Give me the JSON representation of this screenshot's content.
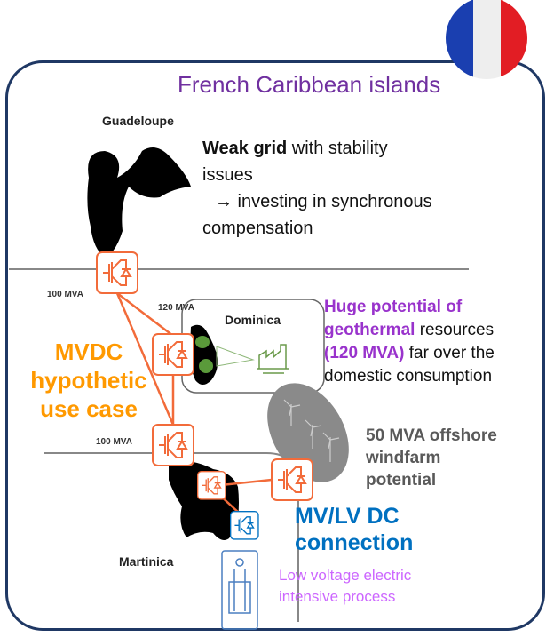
{
  "title": "French Caribbean islands",
  "labels": {
    "guadeloupe": "Guadeloupe",
    "dominica": "Dominica",
    "martinica": "Martinica",
    "mva_guadeloupe": "100 MVA",
    "mva_dominica": "120 MVA",
    "mva_martinica": "100 MVA"
  },
  "weak_grid": {
    "bold": "Weak grid",
    "line1_rest": " with stability",
    "line2": "issues",
    "line3": "→ investing in synchronous",
    "line4": "compensation"
  },
  "geothermal": {
    "line1": "Huge potential of",
    "line2_bold": "geothermal",
    "line2_rest": " resources",
    "line3_bold": "(120 MVA)",
    "line3_rest": " far over the",
    "line4": "domestic consumption"
  },
  "mvdc": {
    "line1": "MVDC",
    "line2": "hypothetic",
    "line3": "use case"
  },
  "windfarm": {
    "line1": "50 MVA offshore",
    "line2": "windfarm",
    "line3": "potential"
  },
  "mvlv": {
    "line1": "MV/LV DC",
    "line2": "connection"
  },
  "low_voltage": {
    "line1": "Low voltage electric",
    "line2": "intensive process"
  },
  "colors": {
    "orange": "#ff9900",
    "converter": "#f26b3a",
    "blue": "#0070c0",
    "purple": "#7030a0",
    "frame": "#1f3864"
  }
}
